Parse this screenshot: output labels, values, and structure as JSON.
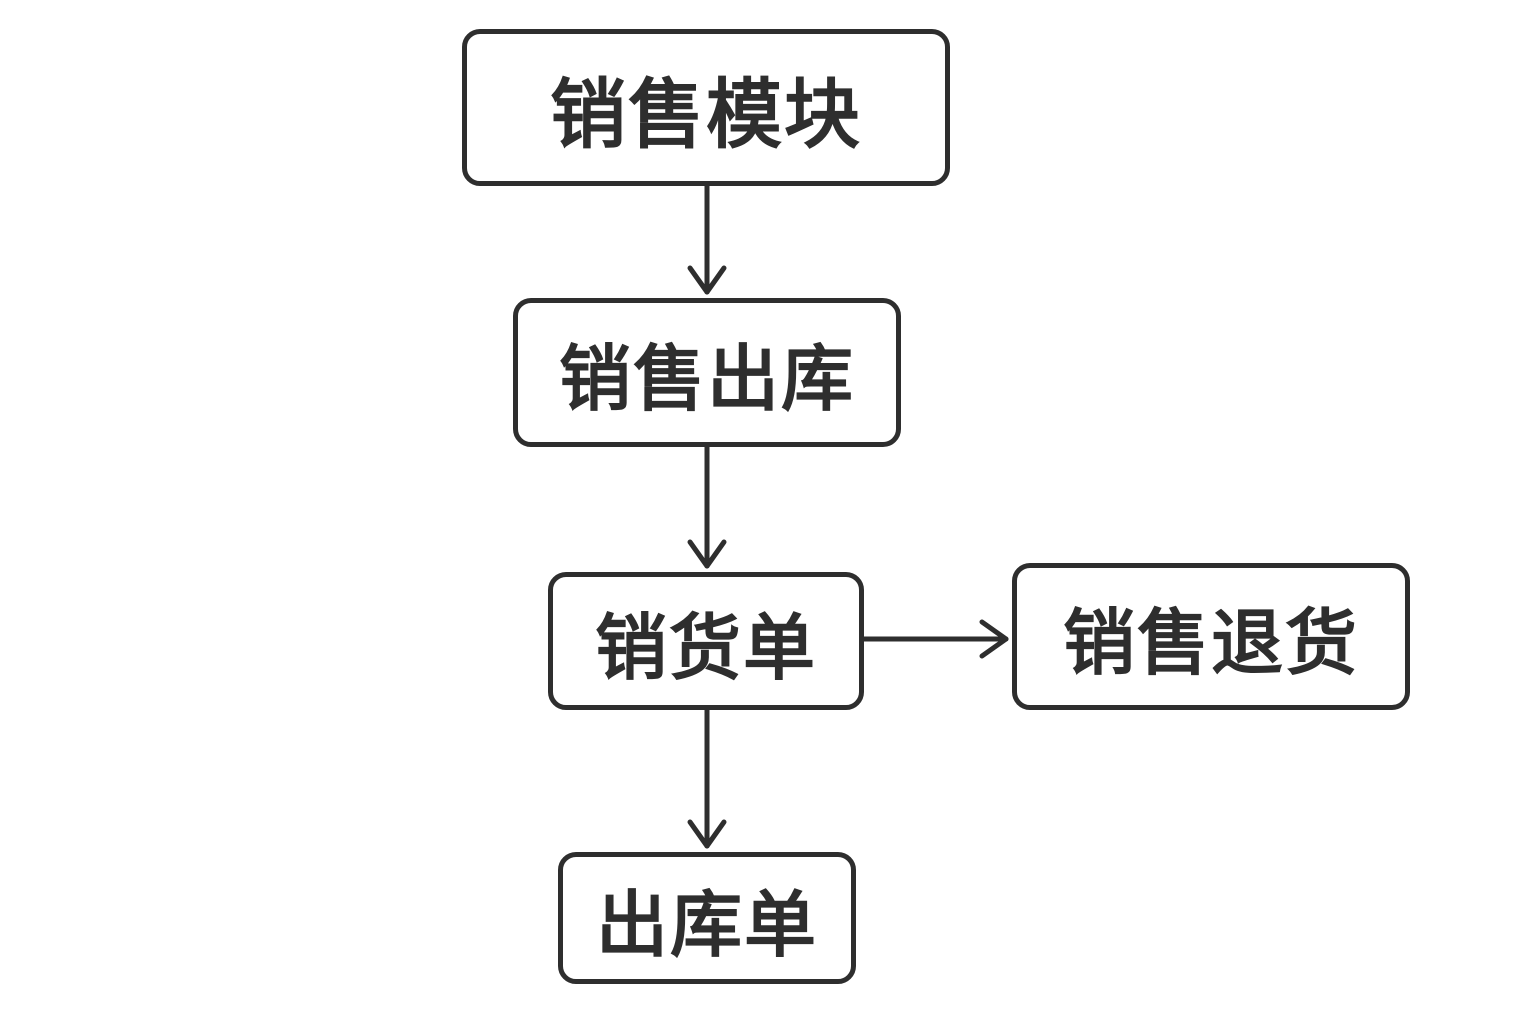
{
  "diagram": {
    "nodes": {
      "module": "销售模块",
      "outbound": "销售出库",
      "sales_order": "销货单",
      "return": "销售退货",
      "outbound_order": "出库单"
    },
    "edges": [
      {
        "from": "module",
        "to": "outbound"
      },
      {
        "from": "outbound",
        "to": "sales_order"
      },
      {
        "from": "sales_order",
        "to": "return"
      },
      {
        "from": "sales_order",
        "to": "outbound_order"
      }
    ],
    "colors": {
      "stroke": "#2e2e2e",
      "background": "#ffffff"
    }
  }
}
